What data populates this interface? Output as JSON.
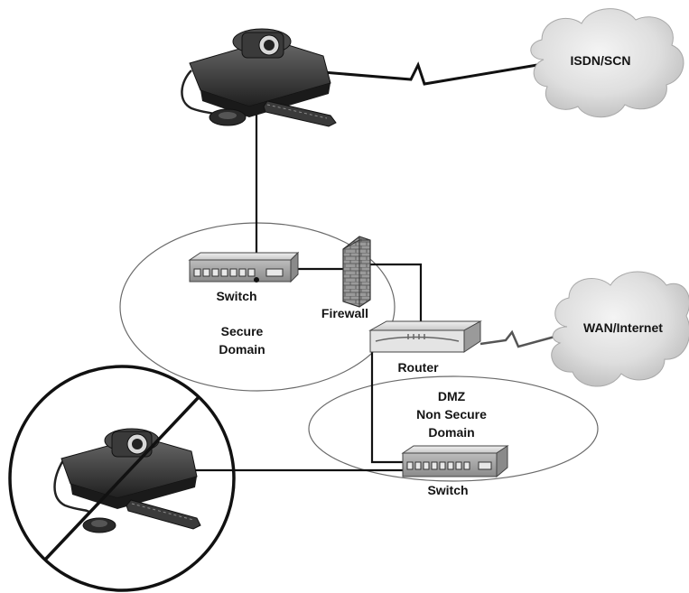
{
  "clouds": {
    "isdn": "ISDN/SCN",
    "wan": "WAN/Internet"
  },
  "secure_zone": {
    "switch_label": "Switch",
    "domain_line1": "Secure",
    "domain_line2": "Domain"
  },
  "firewall_label": "Firewall",
  "router_label": "Router",
  "dmz_zone": {
    "line1": "DMZ",
    "line2": "Non Secure",
    "line3": "Domain",
    "switch_label": "Switch"
  }
}
